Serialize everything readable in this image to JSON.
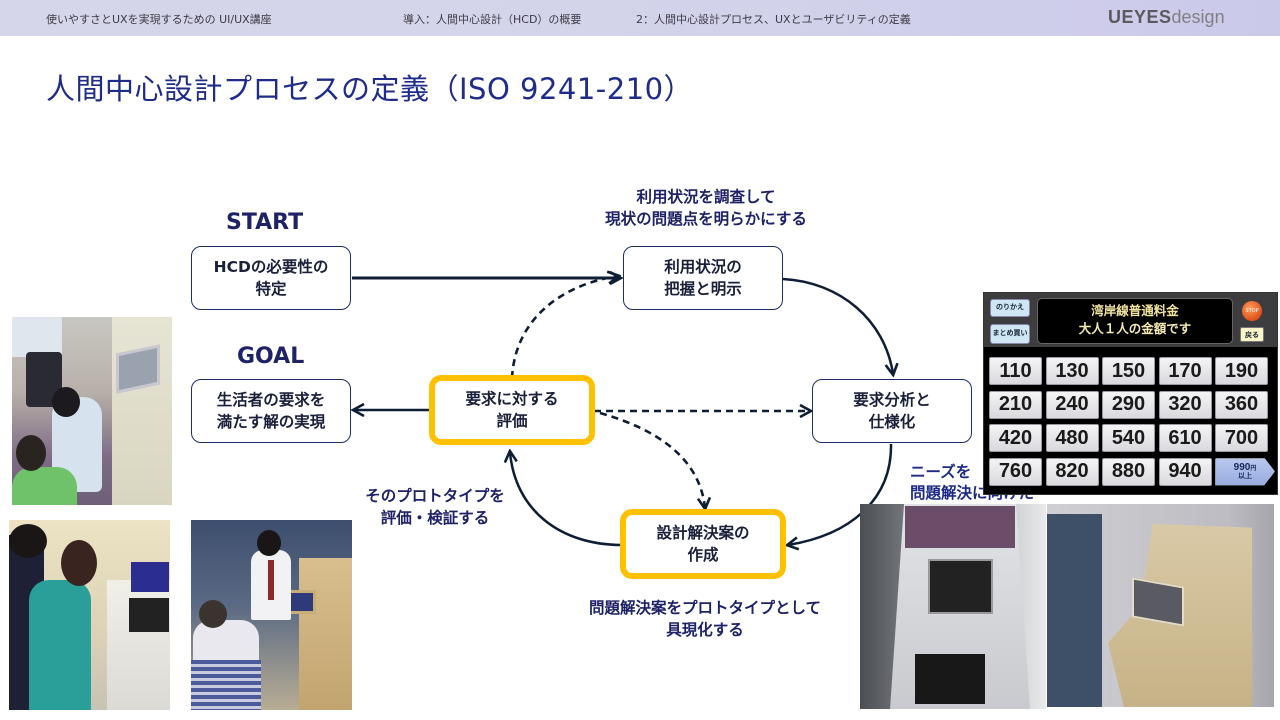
{
  "header": {
    "course": "使いやすさとUXを実現するための UI/UX講座",
    "chapter": "導入：人間中心設計（HCD）の概要",
    "section": "2：人間中心設計プロセス、UXとユーザビリティの定義",
    "logo_bold": "UEYES",
    "logo_light": "design"
  },
  "title": "人間中心設計プロセスの定義（ISO 9241-210）",
  "diagram": {
    "start_label": "START",
    "goal_label": "GOAL",
    "nodes": {
      "identify_need": [
        "HCDの必要性の",
        "特定"
      ],
      "understand_context": [
        "利用状況の",
        "把握と明示"
      ],
      "requirements": [
        "要求分析と",
        "仕様化"
      ],
      "design_solution": [
        "設計解決案の",
        "作成"
      ],
      "evaluate": [
        "要求に対する",
        "評価"
      ],
      "goal_solution": [
        "生活者の要求を",
        "満たす解の実現"
      ]
    },
    "notes": {
      "context": [
        "利用状況を調査して",
        "現状の問題点を明らかにする"
      ],
      "prototype": [
        "問題解決案をプロトタイプとして",
        "具現化する"
      ],
      "evaluate": [
        "そのプロトタイプを",
        "評価・検証する"
      ],
      "needs": [
        "ニーズを",
        "問題解決に向けた"
      ]
    },
    "highlight_color": "#ffc000",
    "text_color": "#1e2266"
  },
  "fare_screen": {
    "left_buttons": [
      "のりかえ",
      "まとめ買い"
    ],
    "display_line1": "湾岸線普通料金",
    "display_line2": "大人１人の金額です",
    "stop_button": "STOP",
    "back_button": "戻る",
    "fares": [
      "110",
      "130",
      "150",
      "170",
      "190",
      "210",
      "240",
      "290",
      "320",
      "360",
      "420",
      "480",
      "540",
      "610",
      "700",
      "760",
      "820",
      "880",
      "940"
    ],
    "more_fare": "990",
    "more_unit": "円",
    "more_suffix": "以上"
  },
  "photos": [
    {
      "name": "child-using-ticket-machine-photo"
    },
    {
      "name": "woman-testing-ticket-machine-photo"
    },
    {
      "name": "wheelchair-user-cardboard-prototype-photo"
    },
    {
      "name": "ticket-machine-product-photo"
    },
    {
      "name": "cardboard-mockup-test-photo"
    }
  ]
}
